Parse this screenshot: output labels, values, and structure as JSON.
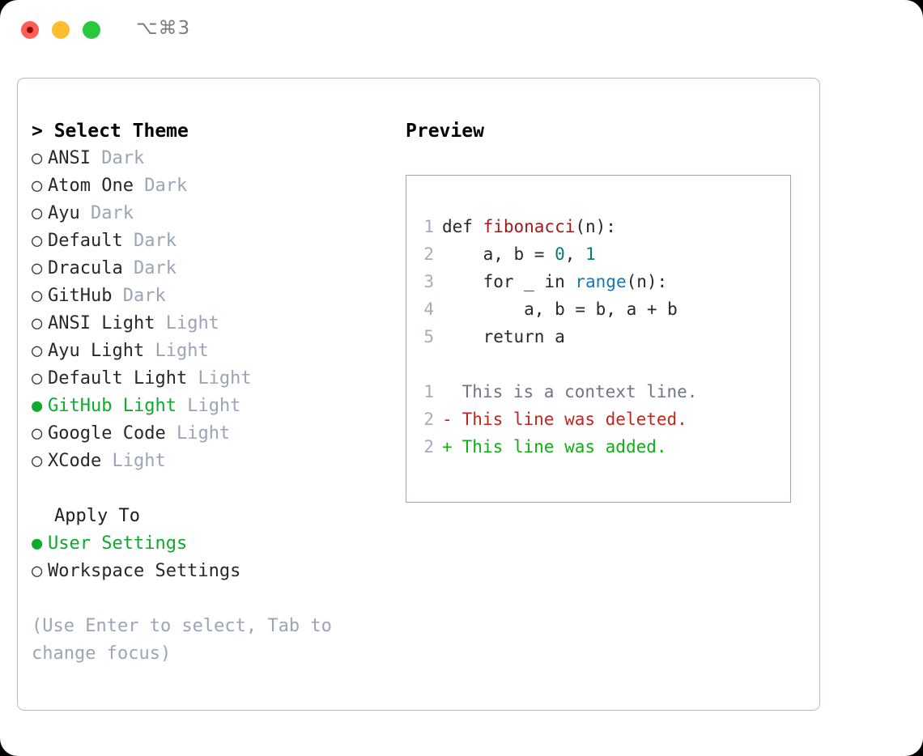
{
  "titlebar": {
    "shortcut": "⌥⌘3",
    "lights": [
      {
        "name": "close-button",
        "color": "#ff5f57"
      },
      {
        "name": "minimize-button",
        "color": "#febc2e"
      },
      {
        "name": "maximize-button",
        "color": "#28c840"
      }
    ]
  },
  "theme_picker": {
    "header": "> Select Theme",
    "selected_bullet": "●",
    "unselected_bullet": "○",
    "accent_color": "#0cab2e",
    "items": [
      {
        "name": "ANSI",
        "category": "Dark",
        "selected": false
      },
      {
        "name": "Atom One",
        "category": "Dark",
        "selected": false
      },
      {
        "name": "Ayu",
        "category": "Dark",
        "selected": false
      },
      {
        "name": "Default",
        "category": "Dark",
        "selected": false
      },
      {
        "name": "Dracula",
        "category": "Dark",
        "selected": false
      },
      {
        "name": "GitHub",
        "category": "Dark",
        "selected": false
      },
      {
        "name": "ANSI Light",
        "category": "Light",
        "selected": false
      },
      {
        "name": "Ayu Light",
        "category": "Light",
        "selected": false
      },
      {
        "name": "Default Light",
        "category": "Light",
        "selected": false
      },
      {
        "name": "GitHub Light",
        "category": "Light",
        "selected": true
      },
      {
        "name": "Google Code",
        "category": "Light",
        "selected": false
      },
      {
        "name": "XCode",
        "category": "Light",
        "selected": false
      }
    ]
  },
  "apply_to": {
    "header": "Apply To",
    "items": [
      {
        "label": "User Settings",
        "selected": true
      },
      {
        "label": "Workspace Settings",
        "selected": false
      }
    ]
  },
  "hint": "(Use Enter to select, Tab to change focus)",
  "preview": {
    "header": "Preview",
    "code_lines": [
      {
        "num": "1",
        "segments": [
          {
            "text": "def ",
            "tok": "plain"
          },
          {
            "text": "fibonacci",
            "tok": "fn"
          },
          {
            "text": "(n):",
            "tok": "plain"
          }
        ]
      },
      {
        "num": "2",
        "segments": [
          {
            "text": "    a, b = ",
            "tok": "plain"
          },
          {
            "text": "0",
            "tok": "num"
          },
          {
            "text": ", ",
            "tok": "plain"
          },
          {
            "text": "1",
            "tok": "num"
          }
        ]
      },
      {
        "num": "3",
        "segments": [
          {
            "text": "    for _ in ",
            "tok": "plain"
          },
          {
            "text": "range",
            "tok": "bi"
          },
          {
            "text": "(n):",
            "tok": "plain"
          }
        ]
      },
      {
        "num": "4",
        "segments": [
          {
            "text": "        a, b = b, a + b",
            "tok": "plain"
          }
        ]
      },
      {
        "num": "5",
        "segments": [
          {
            "text": "    return a",
            "tok": "plain"
          }
        ]
      }
    ],
    "diff_lines": [
      {
        "num": "1",
        "mark": " ",
        "text": "This is a context line.",
        "kind": "ctx"
      },
      {
        "num": "2",
        "mark": "-",
        "text": "This line was deleted.",
        "kind": "del"
      },
      {
        "num": "2",
        "mark": "+",
        "text": "This line was added.",
        "kind": "add"
      }
    ]
  }
}
